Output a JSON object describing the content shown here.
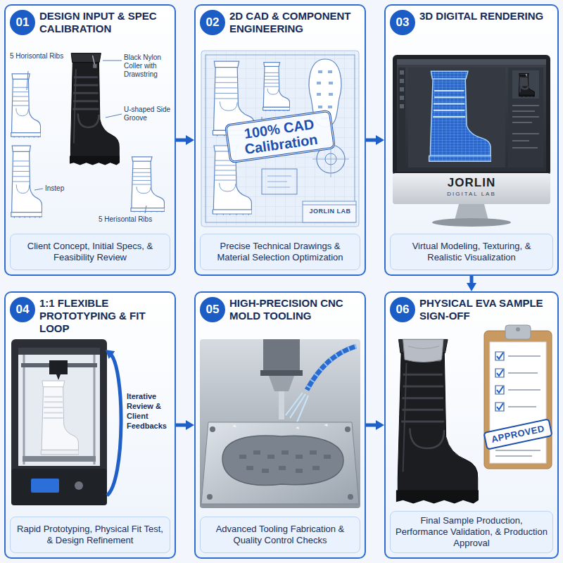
{
  "diagram": {
    "nodes": [
      {
        "text": [
          "01",
          "DESIGN INPUT & SPEC CALIBRATION",
          "Client Concept, Initial Specs, & Feasibility Review"
        ]
      },
      {
        "text": [
          "02",
          "2D CAD & COMPONENT ENGINEERING",
          "Precise Technical Drawings & Material Selection Optimization"
        ]
      },
      {
        "text": [
          "03",
          "3D DIGITAL RENDERING",
          "Virtual Modeling, Texturing, & Realistic Visualization"
        ]
      },
      {
        "text": [
          "04",
          "1:1 FLEXIBLE PROTOTYPING & FIT LOOP",
          "Rapid Prototyping, Physical Fit Test, & Design Refinement"
        ]
      },
      {
        "text": [
          "05",
          "HIGH-PRECISION CNC MOLD TOOLING",
          "Advanced Tooling Fabrication & Quality Control Checks"
        ]
      },
      {
        "text": [
          "06",
          "PHYSICAL EVA SAMPLE SIGN-OFF",
          "Final Sample Production, Performance Validation, & Production Approval"
        ]
      }
    ],
    "edges": [
      {
        "from": 0,
        "to": 1,
        "arrow": "to"
      },
      {
        "from": 1,
        "to": 2,
        "arrow": "to"
      },
      {
        "from": 2,
        "to": 5,
        "arrow": "to"
      },
      {
        "from": 3,
        "to": 4,
        "arrow": "to"
      },
      {
        "from": 4,
        "to": 5,
        "arrow": "to"
      }
    ],
    "labels": [
      "5 Horisontal Ribs",
      "Black Nylon Coller with Drawstring",
      "U-shaped Side Groove",
      "Instep",
      "5 Herisontal Ribs",
      "100% CAD Calibration",
      "JORLIN LAB",
      "JORLIN",
      "DIGITAL LAB",
      "Iterative Review & Client Feedbacks",
      "APPROVED"
    ]
  }
}
